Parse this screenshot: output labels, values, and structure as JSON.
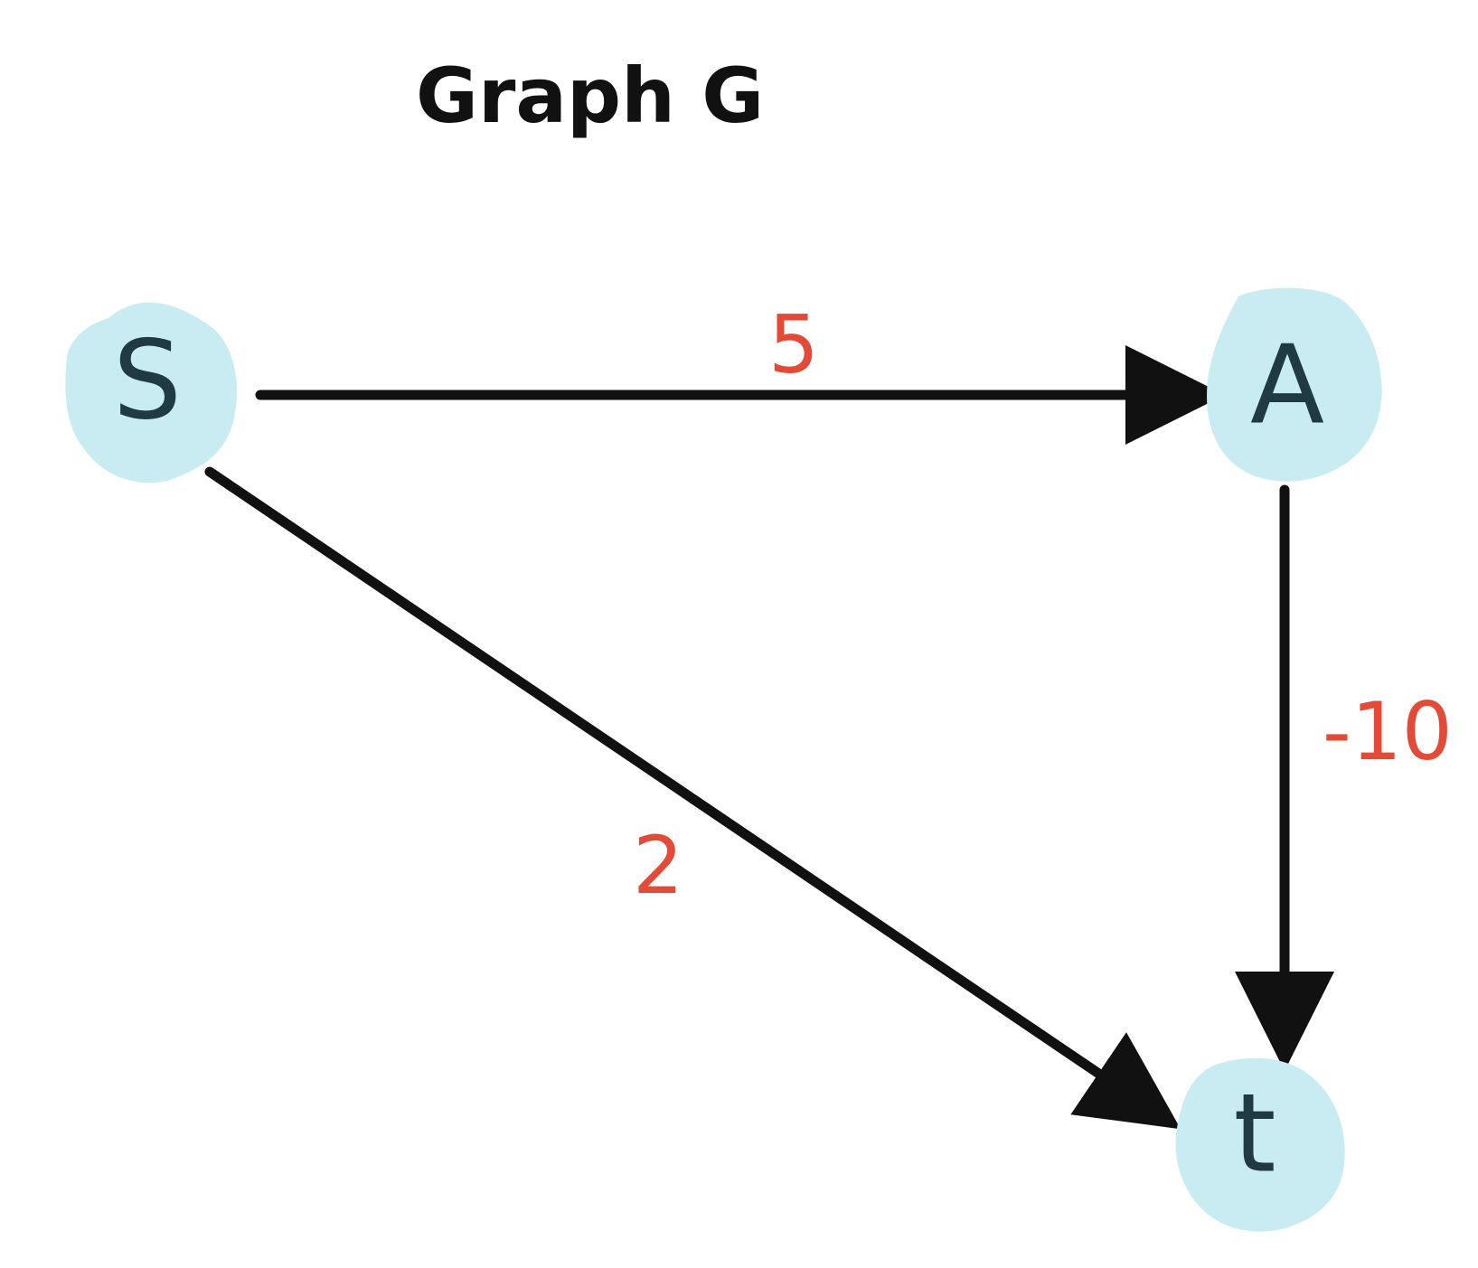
{
  "title": "Graph G",
  "colors": {
    "node_fill": "#c8ecf1",
    "node_text": "#1f3a40",
    "edge": "#111111",
    "weight": "#e34a38"
  },
  "nodes": [
    {
      "id": "S",
      "label": "S"
    },
    {
      "id": "A",
      "label": "A"
    },
    {
      "id": "t",
      "label": "t"
    }
  ],
  "edges": [
    {
      "from": "S",
      "to": "A",
      "weight": "5"
    },
    {
      "from": "A",
      "to": "t",
      "weight": "-10"
    },
    {
      "from": "S",
      "to": "t",
      "weight": "2"
    }
  ]
}
